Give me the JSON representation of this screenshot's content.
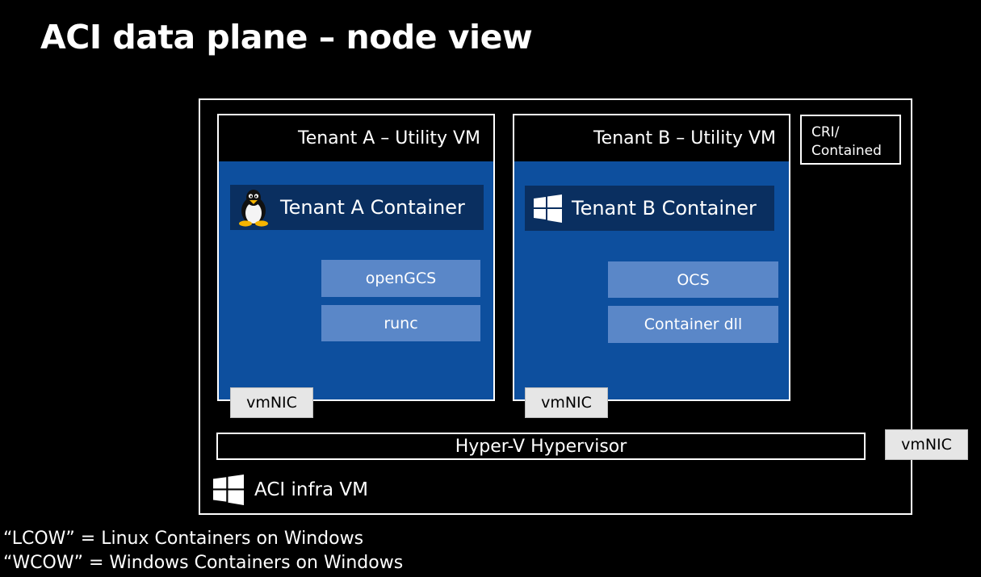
{
  "title": "ACI data plane – node view",
  "tenant_a": {
    "header": "Tenant A – Utility VM",
    "container_label": "Tenant A Container",
    "container_icon": "linux-penguin-icon",
    "components": [
      "openGCS",
      "runc"
    ],
    "vmnic_label": "vmNIC"
  },
  "tenant_b": {
    "header": "Tenant B – Utility VM",
    "container_label": "Tenant B Container",
    "container_icon": "windows-logo-icon",
    "components": [
      "OCS",
      "Container dll"
    ],
    "vmnic_label": "vmNIC"
  },
  "cri": {
    "line1": "CRI/",
    "line2": "Contained"
  },
  "hypervisor_label": "Hyper-V Hypervisor",
  "infra_vmnic_label": "vmNIC",
  "infra_vm_label": "ACI infra VM",
  "infra_vm_icon": "windows-logo-icon",
  "footnotes": [
    "“LCOW” = Linux Containers on Windows",
    "“WCOW” = Windows Containers on Windows"
  ],
  "colors": {
    "background": "#000000",
    "vm_body": "#0d4f9e",
    "container_bar": "#0a2f60",
    "component_box": "#5a87c8",
    "vmnic_box": "#e6e6e6"
  }
}
